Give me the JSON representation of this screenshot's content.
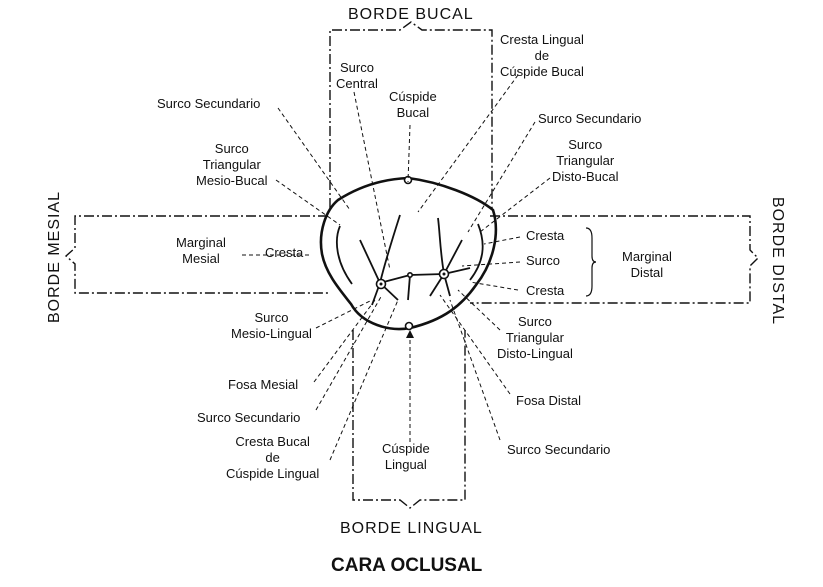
{
  "borders": {
    "top": "BORDE BUCAL",
    "bottom": "BORDE LINGUAL",
    "left": "BORDE MESIAL",
    "right": "BORDE DISTAL"
  },
  "title": "CARA OCLUSAL",
  "labels": {
    "surco_central": [
      "Surco",
      "Central"
    ],
    "cuspide_bucal": [
      "Cúspide",
      "Bucal"
    ],
    "cresta_lingual_cuspide_bucal": [
      "Cresta Lingual",
      "de",
      "Cúspide Bucal"
    ],
    "surco_secundario_top_left": "Surco Secundario",
    "surco_secundario_top_right": "Surco Secundario",
    "surco_triangular_mesio_bucal": [
      "Surco",
      "Triangular",
      "Mesio-Bucal"
    ],
    "surco_triangular_disto_bucal": [
      "Surco",
      "Triangular",
      "Disto-Bucal"
    ],
    "marginal_mesial": [
      "Marginal",
      "Mesial"
    ],
    "cresta_left": "Cresta",
    "cresta_right_top": "Cresta",
    "surco_right": "Surco",
    "cresta_right_bottom": "Cresta",
    "marginal_distal": [
      "Marginal",
      "Distal"
    ],
    "surco_mesio_lingual": [
      "Surco",
      "Mesio-Lingual"
    ],
    "surco_triangular_disto_lingual": [
      "Surco",
      "Triangular",
      "Disto-Lingual"
    ],
    "fosa_mesial": "Fosa Mesial",
    "fosa_distal": "Fosa Distal",
    "surco_secundario_bottom_left": "Surco Secundario",
    "surco_secundario_bottom_right": "Surco Secundario",
    "cresta_bucal_cuspide_lingual": [
      "Cresta Bucal",
      "de",
      "Cúspide Lingual"
    ],
    "cuspide_lingual": [
      "Cúspide",
      "Lingual"
    ]
  }
}
